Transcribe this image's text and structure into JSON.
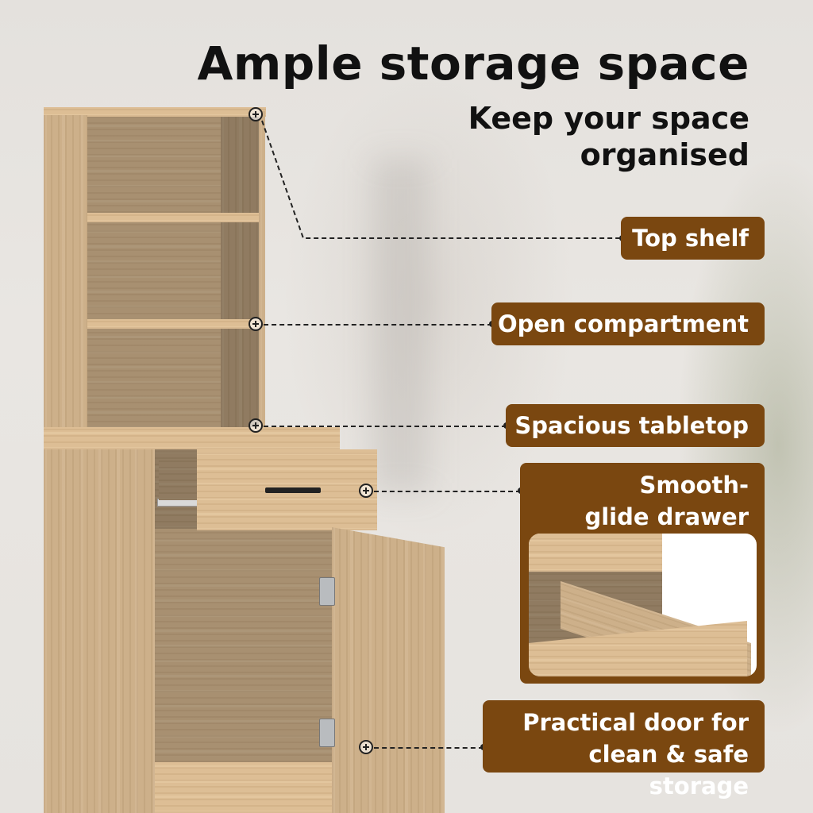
{
  "headline": "Ample storage space",
  "subheadline": "Keep your space organised",
  "callouts": [
    {
      "label": "Top shelf"
    },
    {
      "label": "Open compartment"
    },
    {
      "label": "Spacious tabletop"
    },
    {
      "label": "Smooth-glide drawer"
    },
    {
      "label": "Practical door for clean & safe storage"
    }
  ],
  "colors": {
    "label_background": "#7a4710",
    "label_text": "#ffffff",
    "heading_text": "#111111",
    "wood": "#cdb08a",
    "wall": "#e6e3df"
  },
  "icons": [
    "plus-marker-icon"
  ]
}
